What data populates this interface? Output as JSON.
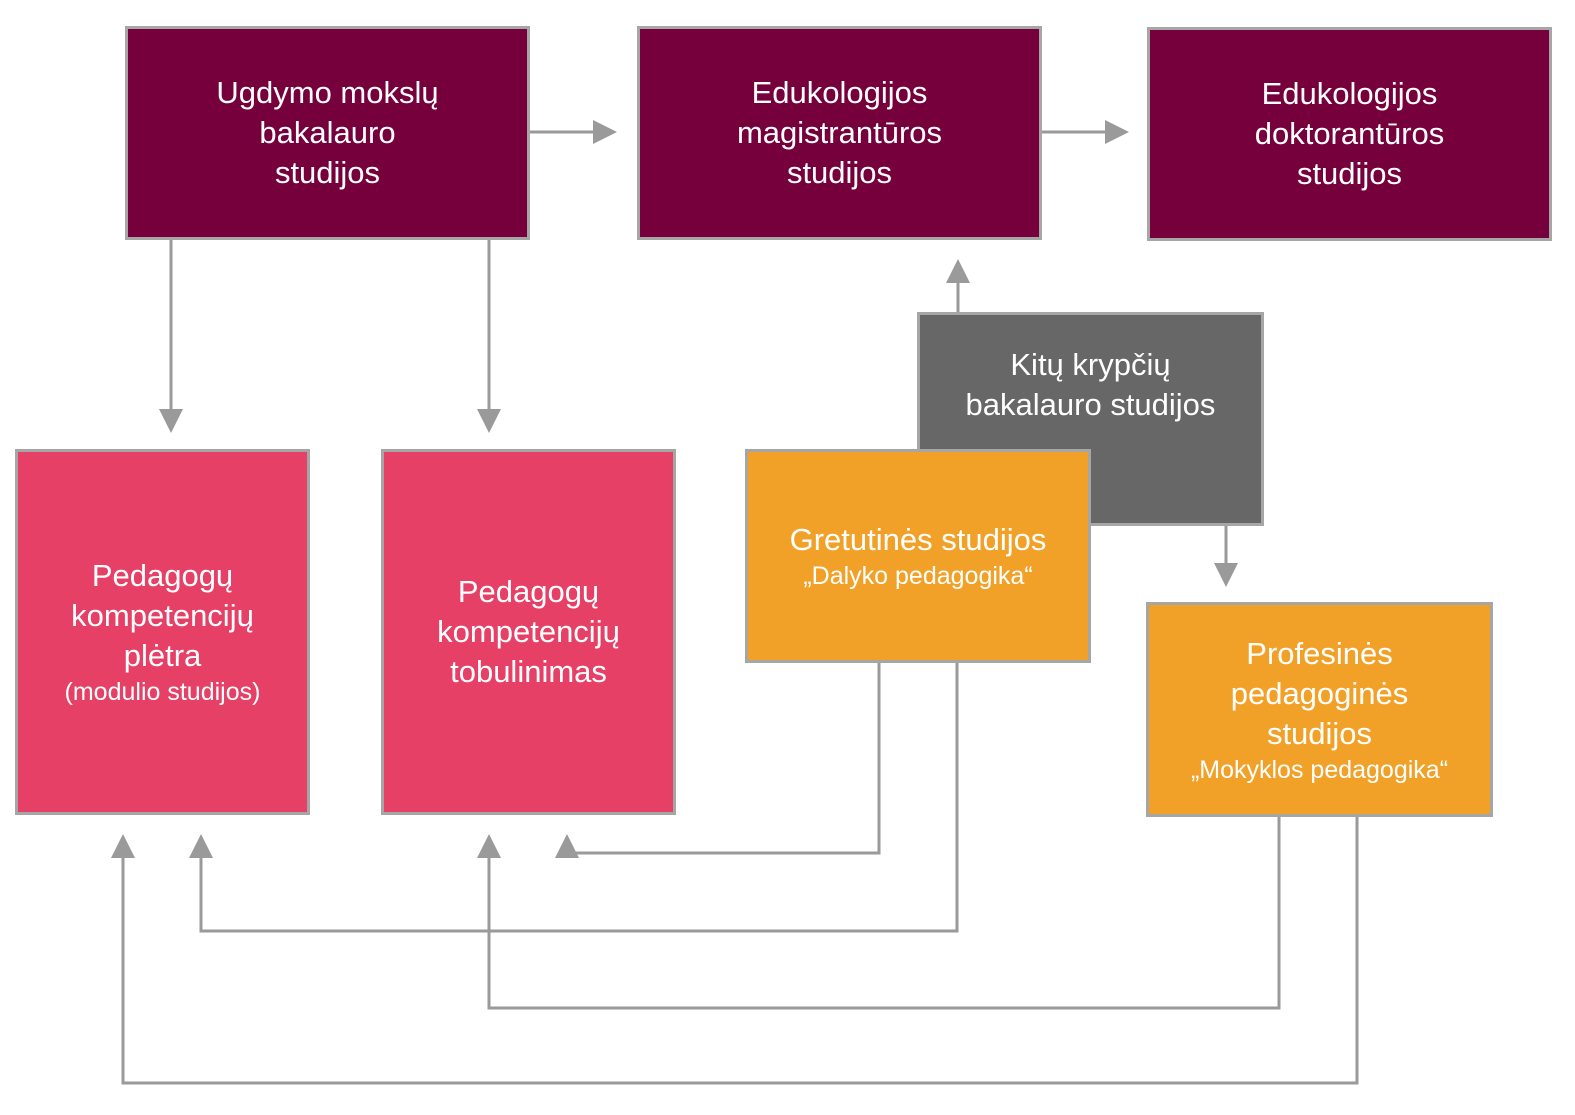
{
  "colors": {
    "plum": "#76003c",
    "red": "#e64066",
    "orange": "#f2a128",
    "gray": "#676767",
    "connector": "#9a9a9a"
  },
  "nodes": {
    "bachelor_education": {
      "title": "Ugdymo mokslų\nbakalauro\nstudijos"
    },
    "masters_educology": {
      "title": "Edukologijos\nmagistrantūros\nstudijos"
    },
    "doctoral_educology": {
      "title": "Edukologijos\ndoktorantūros\nstudijos"
    },
    "other_bachelor": {
      "title": "Kitų krypčių\nbakalauro studijos"
    },
    "competence_development": {
      "title": "Pedagogų\nkompetencijų\nplėtra",
      "subtitle": "(modulio studijos)"
    },
    "competence_improvement": {
      "title": "Pedagogų\nkompetencijų\ntobulinimas"
    },
    "adjacent_studies": {
      "title": "Gretutinės studijos",
      "subtitle": "„Dalyko pedagogika“"
    },
    "professional_pedagogical": {
      "title": "Profesinės\npedagoginės\nstudijos",
      "subtitle": "„Mokyklos pedagogika“"
    }
  }
}
